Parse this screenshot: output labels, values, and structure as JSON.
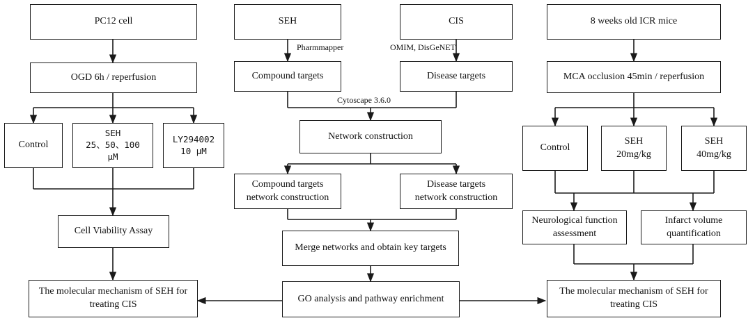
{
  "left": {
    "cell": "PC12 cell",
    "ogd": "OGD 6h / reperfusion",
    "control": "Control",
    "seh_doses": "SEH\n25、50、100\nμM",
    "ly": "LY294002\n10  μM",
    "viability": "Cell Viability Assay",
    "mechanism": "The molecular mechanism of SEH for\ntreating CIS"
  },
  "middle": {
    "seh": "SEH",
    "cis": "CIS",
    "pharmmapper": "Pharmmapper",
    "omim": "OMIM, DisGeNET",
    "compound_targets": "Compound targets",
    "disease_targets": "Disease targets",
    "cytoscape": "Cytoscape 3.6.0",
    "network": "Network construction",
    "compound_network": "Compound targets\nnetwork construction",
    "disease_network": "Disease targets\nnetwork construction",
    "merge": "Merge networks and obtain key targets",
    "go": "GO analysis and pathway enrichment"
  },
  "right": {
    "mice": "8 weeks old ICR mice",
    "mca": "MCA occlusion 45min / reperfusion",
    "control": "Control",
    "seh20": "SEH\n20mg/kg",
    "seh40": "SEH\n40mg/kg",
    "neuro": "Neurological function\nassessment",
    "infarct": "Infarct volume\nquantification",
    "mechanism": "The molecular mechanism of SEH for\ntreating CIS"
  }
}
